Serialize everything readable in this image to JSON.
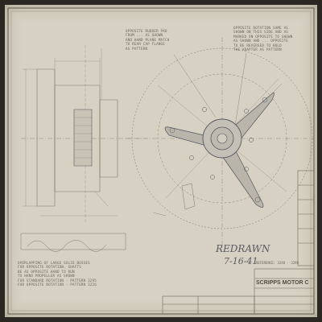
{
  "title_block": {
    "company": "SCRIPPS MOTOR C",
    "reference": "REFERENCE: 3248 · 3298"
  },
  "redrawn": {
    "label": "REDRAWN",
    "date": "7-16-41"
  },
  "notes": {
    "top_left_center": "OPPOSITE RUDDER PAD\nFROM ... AS SHOWN\nAND HAND PLANE MATCH\nTO REAR CAP FLANGE\nAS PATTERN",
    "top_right": "OPPOSITE ROTATION SAME AS\nSHOWN ON THIS SIDE AND AS\nMARKED ON OPPOSITE TO SHOWN\nAS SHOWN AND ... OPPOSITE\nTO BE REVERSED TO HOLD\nTHE ADAPTER AS PATTERN",
    "bottom_left": "OVERLAPPING OF LARGE SOLID BOSSES\nFOR OPPOSITE ROTATION. SHAFTS\nBE AS OPPOSITE HAND TO RUN\nTO HAND PROPELLER AS SHOWN\nFOR STANDARD ROTATION - PATTERN 3295\nFOR OPPOSITE ROTATION - PATTERN 3226"
  },
  "colors": {
    "paper": "#d6d1c2",
    "ink": "#7c7668",
    "pencil": "#5a5a62"
  }
}
